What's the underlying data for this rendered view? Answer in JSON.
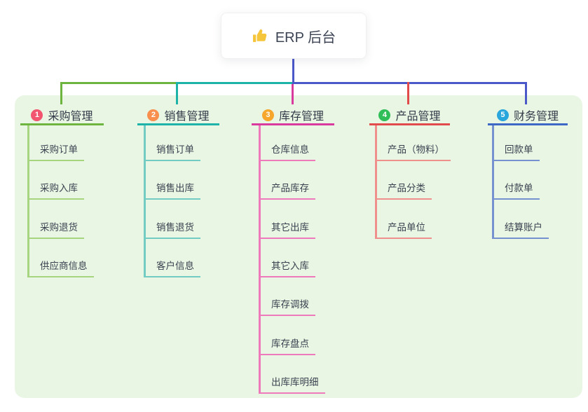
{
  "root": {
    "title": "ERP 后台",
    "icon": "thumbs-up-icon",
    "icon_color": "#f5c53c",
    "connector_color": "#4a58c8"
  },
  "canvas": {
    "background": "#ffffff",
    "container_background": "#e9f6e4"
  },
  "branches": [
    {
      "number": "1",
      "label": "采购管理",
      "badge_color": "#f2556f",
      "line_color": "#6db53e",
      "child_line_color": "#a6d47f",
      "children": [
        "采购订单",
        "采购入库",
        "采购退货",
        "供应商信息"
      ]
    },
    {
      "number": "2",
      "label": "销售管理",
      "badge_color": "#f88f4d",
      "line_color": "#1eb3a9",
      "child_line_color": "#72ccc4",
      "children": [
        "销售订单",
        "销售出库",
        "销售退货",
        "客户信息"
      ]
    },
    {
      "number": "3",
      "label": "库存管理",
      "badge_color": "#f5a62b",
      "line_color": "#d93a9e",
      "child_line_color": "#ee7abb",
      "children": [
        "仓库信息",
        "产品库存",
        "其它出库",
        "其它入库",
        "库存调拨",
        "库存盘点",
        "出库库明细"
      ]
    },
    {
      "number": "4",
      "label": "产品管理",
      "badge_color": "#2fbe57",
      "line_color": "#e14b4b",
      "child_line_color": "#f0908c",
      "children": [
        "产品（物料）",
        "产品分类",
        "产品单位"
      ]
    },
    {
      "number": "5",
      "label": "财务管理",
      "badge_color": "#29a6db",
      "line_color": "#3e68c6",
      "child_line_color": "#7591cf",
      "children": [
        "回款单",
        "付款单",
        "结算账户"
      ]
    }
  ]
}
